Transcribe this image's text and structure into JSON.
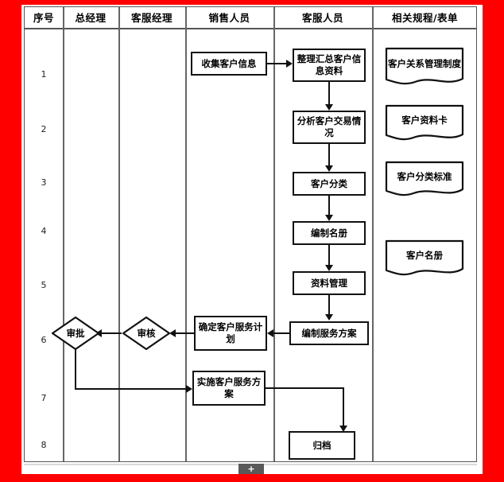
{
  "page": {
    "border_color": "#ff0000",
    "sheet_color": "#ffffff"
  },
  "table": {
    "headers": [
      {
        "label": "序号"
      },
      {
        "label": "总经理"
      },
      {
        "label": "客服经理"
      },
      {
        "label": "销售人员"
      },
      {
        "label": "客服人员"
      },
      {
        "label": "相关规程/表单"
      }
    ],
    "row_numbers": [
      "1",
      "2",
      "3",
      "4",
      "5",
      "6",
      "7",
      "8"
    ]
  },
  "nodes": {
    "collect_info": "收集客户信息",
    "compile_info": "整理汇总客户信息资料",
    "analyze_trade": "分析客户交易情况",
    "classify_customer": "客户分类",
    "compile_roster": "编制名册",
    "data_management": "资料管理",
    "make_service_plan": "编制服务方案",
    "confirm_service_plan": "确定客户服务计划",
    "review": "审核",
    "approve": "审批",
    "implement_service_plan": "实施客户服务方案",
    "archive": "归档"
  },
  "documents": {
    "crm_system": "客户关系管理制度",
    "customer_card": "客户资料卡",
    "classify_standard": "客户分类标准",
    "customer_roster": "客户名册"
  },
  "controls": {
    "add_tab_label": "+"
  }
}
